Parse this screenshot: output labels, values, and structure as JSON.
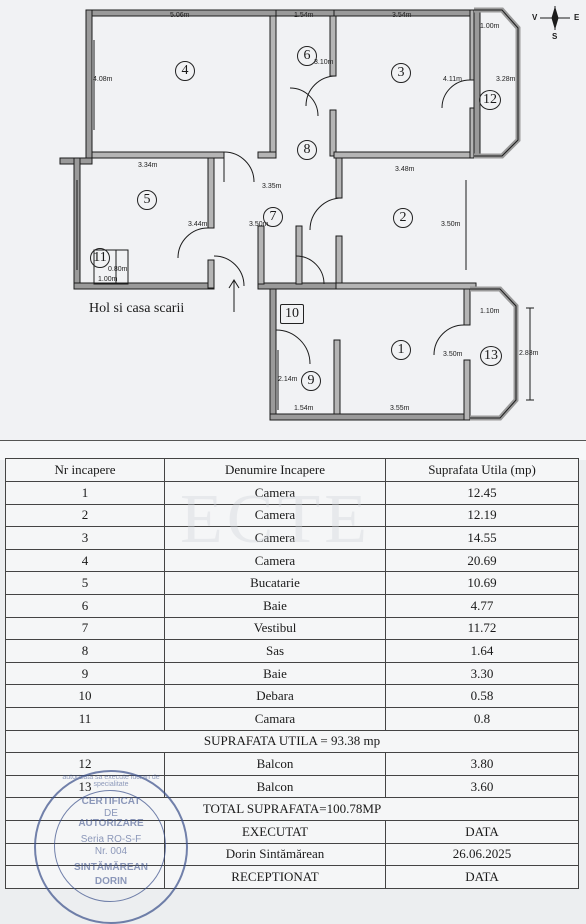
{
  "plan": {
    "compass": {
      "v": "V",
      "e": "E",
      "s": "S"
    },
    "caption": "Hol si casa scarii",
    "dims": [
      "5.06m",
      "1.54m",
      "3.54m",
      "1.00m",
      "4.08m",
      "3.10m",
      "4.11m",
      "3.28m",
      "3.34m",
      "3.35m",
      "3.48m",
      "3.44m",
      "3.50m",
      "3.50m",
      "0.80m",
      "1.00m",
      "1.10m",
      "3.50m",
      "2.83m",
      "2.14m",
      "1.54m",
      "3.55m"
    ],
    "rooms": [
      "1",
      "2",
      "3",
      "4",
      "5",
      "6",
      "7",
      "8",
      "9",
      "10",
      "11",
      "12",
      "13"
    ]
  },
  "table": {
    "headers": [
      "Nr incapere",
      "Denumire Incapere",
      "Suprafata Utila (mp)"
    ],
    "rows": [
      [
        "1",
        "Camera",
        "12.45"
      ],
      [
        "2",
        "Camera",
        "12.19"
      ],
      [
        "3",
        "Camera",
        "14.55"
      ],
      [
        "4",
        "Camera",
        "20.69"
      ],
      [
        "5",
        "Bucatarie",
        "10.69"
      ],
      [
        "6",
        "Baie",
        "4.77"
      ],
      [
        "7",
        "Vestibul",
        "11.72"
      ],
      [
        "8",
        "Sas",
        "1.64"
      ],
      [
        "9",
        "Baie",
        "3.30"
      ],
      [
        "10",
        "Debara",
        "0.58"
      ],
      [
        "11",
        "Camara",
        "0.8"
      ]
    ],
    "subtotal": "SUPRAFATA UTILA = 93.38 mp",
    "balcony_rows": [
      [
        "12",
        "Balcon",
        "3.80"
      ],
      [
        "13",
        "Balcon",
        "3.60"
      ]
    ],
    "total": "TOTAL SUPRAFATA=100.78MP",
    "sign_rows": [
      [
        "",
        "EXECUTAT",
        "DATA"
      ],
      [
        "",
        "Dorin Sintămărean",
        "26.06.2025"
      ],
      [
        "",
        "RECEPTIONAT",
        "DATA"
      ]
    ]
  },
  "stamp": {
    "line1": "CERTIFICAT",
    "line2": "DE",
    "line3": "AUTORIZARE",
    "line4": "Seria RO-S-F",
    "line5": "Nr. 004",
    "line6": "SINTĂMĂREAN",
    "line7": "DORIN",
    "ring": "autorizata sa execute lucrari de specialitate"
  },
  "watermark": "ECTE"
}
